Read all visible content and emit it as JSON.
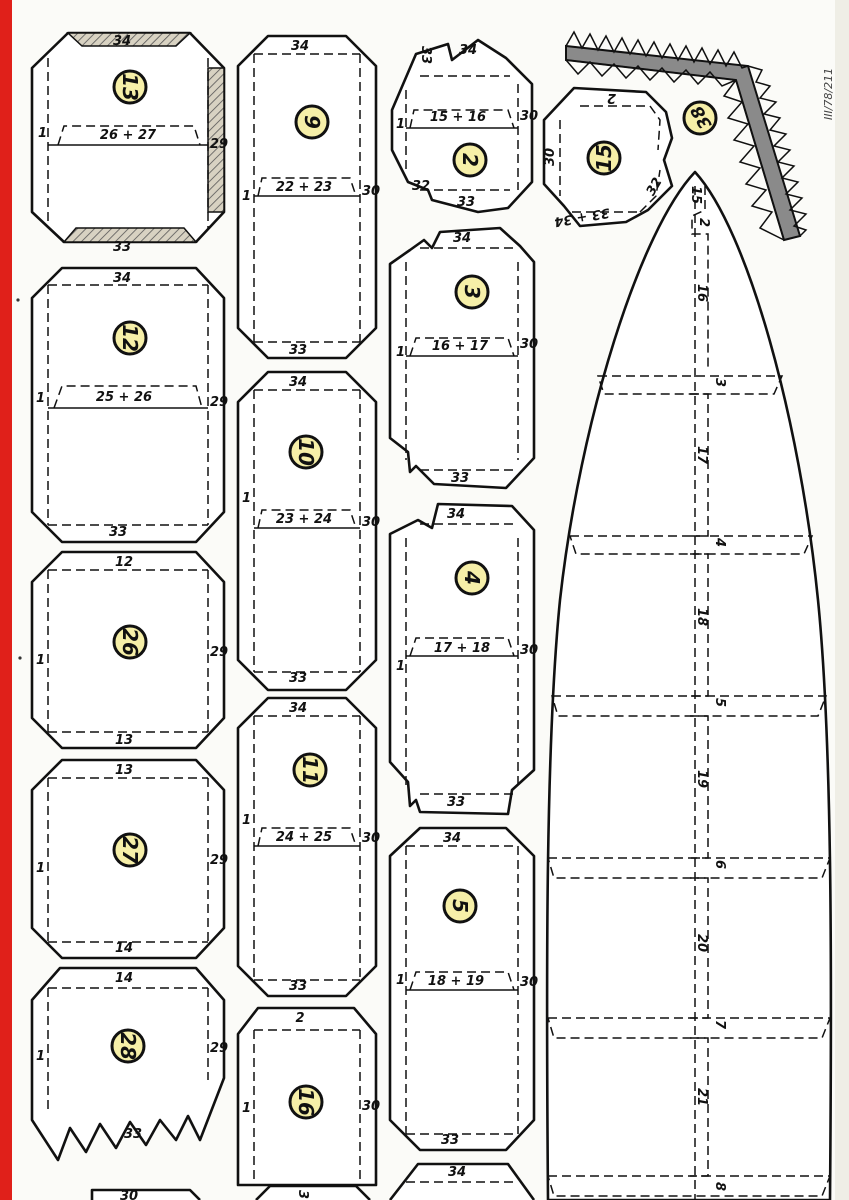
{
  "sheet_code": "III/78/211",
  "colors": {
    "paper": "#fbfbf8",
    "line": "#111111",
    "badge": "#f6efa8",
    "edge_red": "#e0201a",
    "beam_gray": "#8a8a8a"
  },
  "pieces": [
    {
      "id": "13",
      "labels": [
        "34",
        "26 + 27",
        "1",
        "29",
        "33"
      ]
    },
    {
      "id": "12",
      "labels": [
        "34",
        "25 + 26",
        "1",
        "29",
        "33"
      ]
    },
    {
      "id": "26",
      "labels": [
        "12",
        "1",
        "29",
        "13"
      ]
    },
    {
      "id": "27",
      "labels": [
        "13",
        "1",
        "29",
        "14"
      ]
    },
    {
      "id": "28",
      "labels": [
        "14",
        "1",
        "29",
        "33"
      ]
    },
    {
      "id": "9",
      "labels": [
        "34",
        "22 + 23",
        "1",
        "30",
        "33"
      ]
    },
    {
      "id": "10",
      "labels": [
        "34",
        "23 + 24",
        "1",
        "30",
        "33"
      ]
    },
    {
      "id": "11",
      "labels": [
        "34",
        "24 + 25",
        "1",
        "30",
        "33"
      ]
    },
    {
      "id": "16",
      "labels": [
        "2",
        "1",
        "30"
      ]
    },
    {
      "id": "2",
      "labels": [
        "33",
        "34",
        "15 + 16",
        "1",
        "30",
        "32",
        "33"
      ]
    },
    {
      "id": "3",
      "labels": [
        "34",
        "16 + 17",
        "1",
        "30",
        "33"
      ]
    },
    {
      "id": "4",
      "labels": [
        "34",
        "17 + 18",
        "1",
        "30",
        "33"
      ]
    },
    {
      "id": "5",
      "labels": [
        "34",
        "18 + 19",
        "1",
        "30",
        "33"
      ]
    },
    {
      "id": "15",
      "labels": [
        "2",
        "30",
        "32",
        "33 + 34"
      ]
    },
    {
      "id": "38",
      "labels": []
    },
    {
      "id": "1",
      "labels": [
        "15",
        "2",
        "16",
        "3",
        "17",
        "4",
        "18",
        "5",
        "19",
        "6",
        "20",
        "7",
        "21",
        "8"
      ]
    }
  ],
  "bottom_labels": [
    "30",
    "3",
    "34"
  ]
}
